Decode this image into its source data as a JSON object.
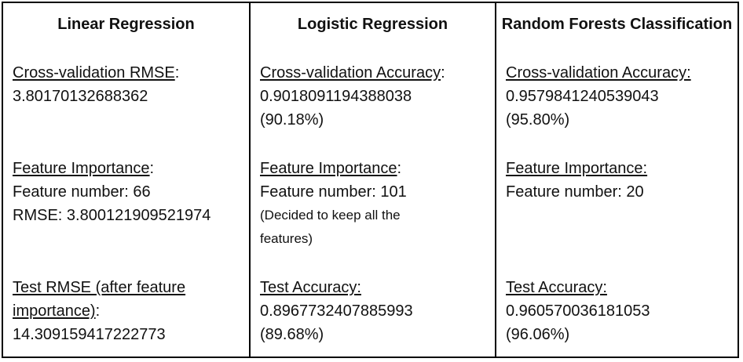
{
  "columns": [
    {
      "title": "Linear Regression",
      "cv_label": "Cross-validation RMSE",
      "cv_suffix": ":",
      "cv_value": "3.80170132688362",
      "fi_label": "Feature Importance",
      "fi_suffix": ":",
      "fi_line1": "Feature number: 66",
      "fi_line2": "RMSE: 3.800121909521974",
      "test_label_line1": "Test RMSE (after feature",
      "test_label_line2": "importance)",
      "test_suffix": ":",
      "test_value": "14.309159417222773"
    },
    {
      "title": "Logistic Regression",
      "cv_label": "Cross-validation Accuracy",
      "cv_suffix": ":",
      "cv_value": "0.9018091194388038",
      "cv_percent": "(90.18%)",
      "fi_label": "Feature Importance",
      "fi_suffix": ":",
      "fi_line1": "Feature number: 101",
      "fi_note_line1": "(Decided to keep all the",
      "fi_note_line2": "features)",
      "test_label": "Test Accuracy:",
      "test_value": "0.8967732407885993",
      "test_percent": "(89.68%)"
    },
    {
      "title": "Random Forests Classification",
      "cv_label": "Cross-validation Accuracy:",
      "cv_value": "0.9579841240539043",
      "cv_percent": "(95.80%)",
      "fi_label": "Feature Importance:",
      "fi_line1": "Feature number: 20",
      "test_label": "Test Accuracy:",
      "test_value": "0.960570036181053",
      "test_percent": "(96.06%)"
    }
  ]
}
